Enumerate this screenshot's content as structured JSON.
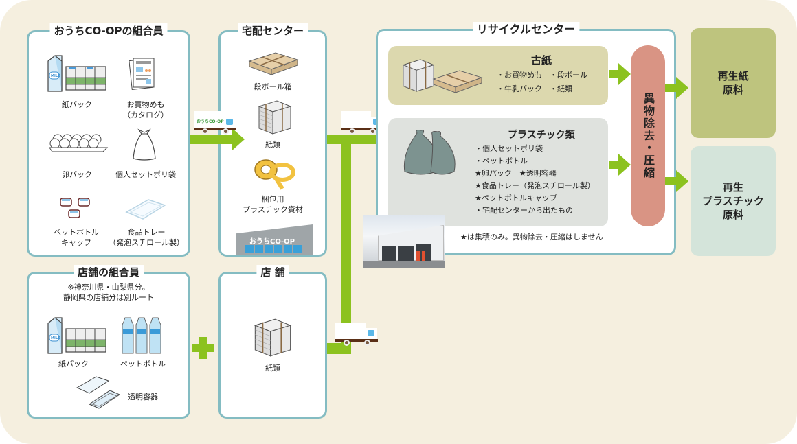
{
  "colors": {
    "background": "#f5efdf",
    "box_border": "#84bcc2",
    "arrow_green": "#8cc21f",
    "paper_panel": "#dcd8ae",
    "plastic_panel": "#dfe2de",
    "process_pill": "#d99484",
    "recycled_paper": "#bec47e",
    "recycled_plastic": "#d4e4da"
  },
  "home_members": {
    "title": "おうちCO-OPの組合員",
    "items": [
      {
        "icon": "milk-carton-icon",
        "label": "紙パック"
      },
      {
        "icon": "catalog-icon",
        "label": "お買物めも\n（カタログ）"
      },
      {
        "icon": "egg-carton-icon",
        "label": "卵パック"
      },
      {
        "icon": "plastic-bag-icon",
        "label": "個人セットポリ袋"
      },
      {
        "icon": "bottle-cap-icon",
        "label": "ペットボトル\nキャップ"
      },
      {
        "icon": "food-tray-icon",
        "label": "食品トレー\n（発泡スチロール製）"
      }
    ]
  },
  "delivery_center": {
    "title": "宅配センター",
    "items": [
      {
        "icon": "cardboard-bundle-icon",
        "label": "段ボール箱"
      },
      {
        "icon": "paper-bundle-icon",
        "label": "紙類"
      },
      {
        "icon": "packing-tape-icon",
        "label": "梱包用\nプラスチック資材"
      }
    ],
    "building_sign": "おうちCO-OP"
  },
  "store_members": {
    "title": "店舗の組合員",
    "note": "※神奈川県・山梨県分。\n静岡県の店舗分は別ルート",
    "items": [
      {
        "icon": "milk-carton-icon",
        "label": "紙パック"
      },
      {
        "icon": "water-bottle-icon",
        "label": "ペットボトル"
      },
      {
        "icon": "clear-container-icon",
        "label": "透明容器"
      }
    ]
  },
  "store": {
    "title": "店 舗",
    "items": [
      {
        "icon": "paper-bundle-icon",
        "label": "紙類"
      }
    ]
  },
  "truck_logo": "おうちCO-OP",
  "recycle_center": {
    "title": "リサイクルセンター",
    "paper": {
      "title": "古紙",
      "lines": [
        "・お買物めも　・段ボール",
        "・牛乳パック　・紙類"
      ]
    },
    "plastic": {
      "title": "プラスチック類",
      "lines": [
        "・個人セットポリ袋",
        "・ペットボトル",
        "★卵パック　★透明容器",
        "★食品トレー（発泡スチロール製）",
        "★ペットボトルキャップ",
        "・宅配センターから出たもの"
      ]
    },
    "process": "異物除去・圧縮",
    "footnote": "★は集積のみ。異物除去・圧縮はしません"
  },
  "outputs": {
    "paper": "再生紙\n原料",
    "plastic": "再生\nプラスチック\n原料"
  }
}
